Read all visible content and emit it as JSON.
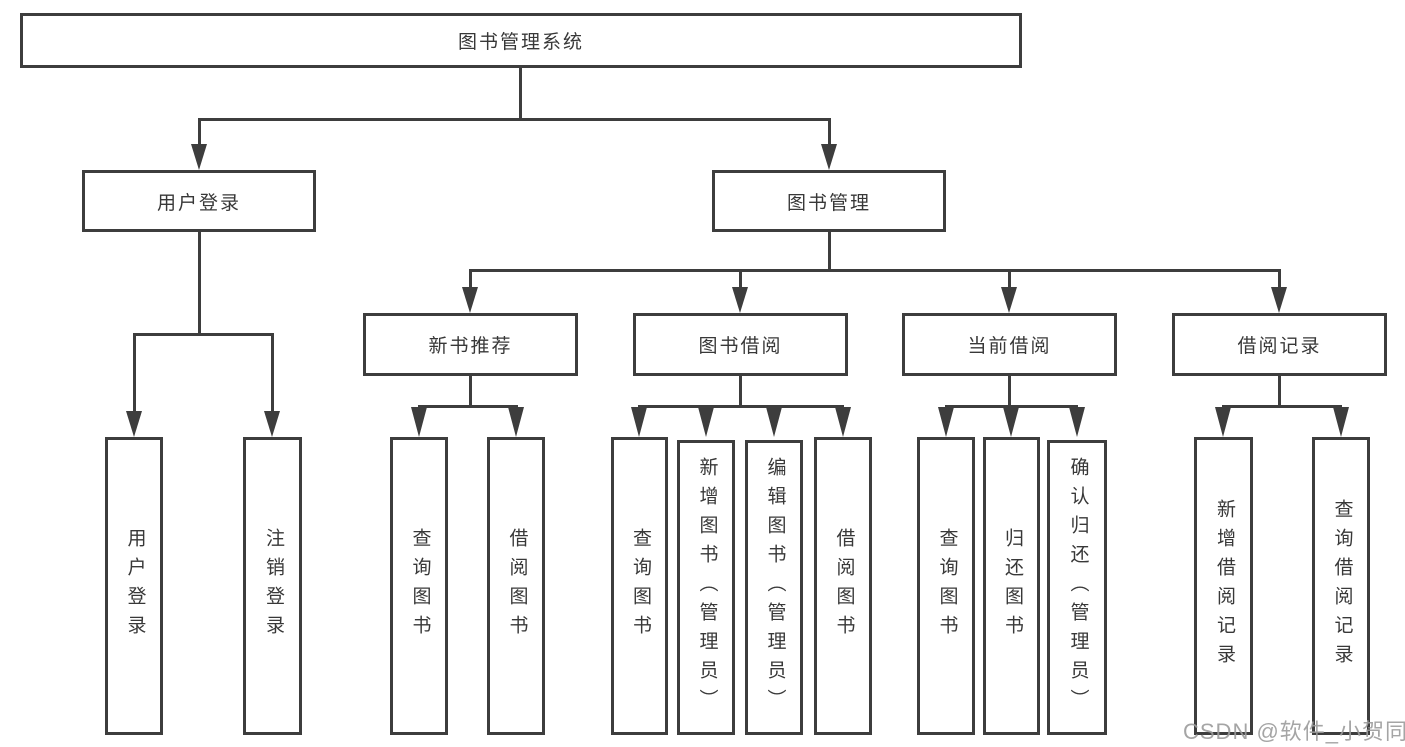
{
  "tree": {
    "root": {
      "label": "图书管理系统",
      "children": [
        {
          "label": "用户登录",
          "children": [
            {
              "label": "用户登录"
            },
            {
              "label": "注销登录"
            }
          ]
        },
        {
          "label": "图书管理",
          "children": [
            {
              "label": "新书推荐",
              "children": [
                {
                  "label": "查询图书"
                },
                {
                  "label": "借阅图书"
                }
              ]
            },
            {
              "label": "图书借阅",
              "children": [
                {
                  "label": "查询图书"
                },
                {
                  "label": "新增图书（管理员）"
                },
                {
                  "label": "编辑图书（管理员）"
                },
                {
                  "label": "借阅图书"
                }
              ]
            },
            {
              "label": "当前借阅",
              "children": [
                {
                  "label": "查询图书"
                },
                {
                  "label": "归还图书"
                },
                {
                  "label": "确认归还（管理员）"
                }
              ]
            },
            {
              "label": "借阅记录",
              "children": [
                {
                  "label": "新增借阅记录"
                },
                {
                  "label": "查询借阅记录"
                }
              ]
            }
          ]
        }
      ]
    }
  },
  "watermark": {
    "text": "CSDN @软件_小贺同学"
  },
  "colors": {
    "line": "#3d3d3d",
    "text": "#383838",
    "watermark": "#9c9c9c",
    "background": "#ffffff"
  }
}
